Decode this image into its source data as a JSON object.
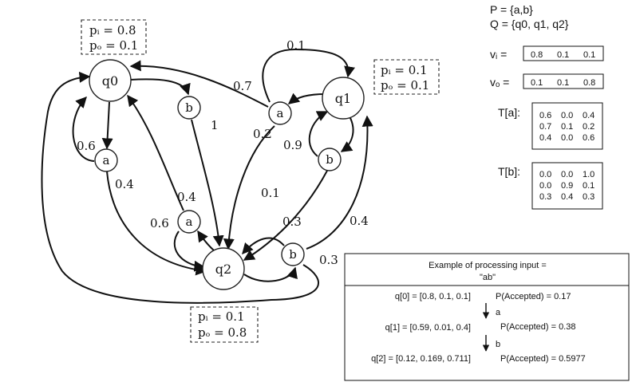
{
  "states": [
    {
      "id": "q0",
      "label": "q0",
      "p_i": "pᵢ = 0.8",
      "p_o": "pₒ = 0.1"
    },
    {
      "id": "q1",
      "label": "q1",
      "p_i": "pᵢ = 0.1",
      "p_o": "pₒ = 0.1"
    },
    {
      "id": "q2",
      "label": "q2",
      "p_i": "pᵢ = 0.1",
      "p_o": "pₒ = 0.8"
    }
  ],
  "symbol_nodes": [
    {
      "id": "q0_a",
      "label": "a"
    },
    {
      "id": "q0_b",
      "label": "b"
    },
    {
      "id": "q1_a",
      "label": "a"
    },
    {
      "id": "q1_b",
      "label": "b"
    },
    {
      "id": "q2_a",
      "label": "a"
    },
    {
      "id": "q2_b",
      "label": "b"
    }
  ],
  "edge_labels": {
    "q0_a_to_q0": "0.6",
    "q0_a_to_q2": "0.4",
    "q0_b_to_q2": "1",
    "q1_loop_a_to_q1": "0.1",
    "q1_a_to_q0": "0.7",
    "q1_a_to_q2": "0.2",
    "q1_b_to_q1": "0.9",
    "q1_b_to_q2": "0.1",
    "q2_a_to_q0": "0.4",
    "q2_a_to_q2": "0.6",
    "q2_b_to_q2": "0.3",
    "q2_b_to_q1": "0.4",
    "q2_b_to_q0": "0.3"
  },
  "sets": {
    "P": "P = {a,b}",
    "Q": "Q = {q0, q1, q2}"
  },
  "vectors": {
    "vi_label": "vᵢ =",
    "vi_values": [
      "0.8",
      "0.1",
      "0.1"
    ],
    "vo_label": "vₒ =",
    "vo_values": [
      "0.1",
      "0.1",
      "0.8"
    ]
  },
  "matrices": {
    "Ta_label": "T[a]:",
    "Ta_rows": [
      [
        "0.6",
        "0.0",
        "0.4"
      ],
      [
        "0.7",
        "0.1",
        "0.2"
      ],
      [
        "0.4",
        "0.0",
        "0.6"
      ]
    ],
    "Tb_label": "T[b]:",
    "Tb_rows": [
      [
        "0.0",
        "0.0",
        "1.0"
      ],
      [
        "0.0",
        "0.9",
        "0.1"
      ],
      [
        "0.3",
        "0.4",
        "0.3"
      ]
    ]
  },
  "example": {
    "title_line1": "Example of processing input =",
    "title_line2": "\"ab\"",
    "steps": [
      {
        "state": "q[0] = [0.8, 0.1, 0.1]",
        "accepted": "P(Accepted) = 0.17"
      },
      {
        "state": "q[1] = [0.59, 0.01, 0.4]",
        "accepted": "P(Accepted) = 0.38"
      },
      {
        "state": "q[2] = [0.12, 0.169, 0.711]",
        "accepted": "P(Accepted) = 0.5977"
      }
    ],
    "transitions": [
      "a",
      "b"
    ]
  }
}
